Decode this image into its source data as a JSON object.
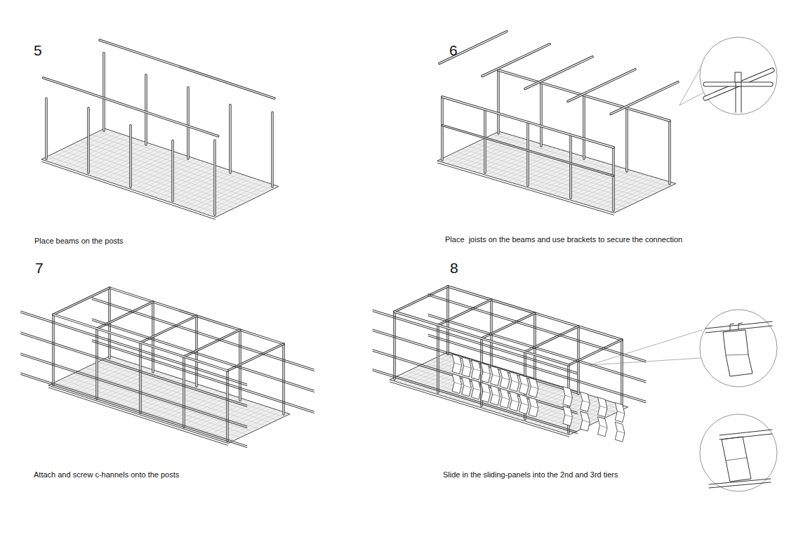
{
  "diagram": {
    "labels": [
      "5",
      "Place beams on the posts",
      "6",
      "Place  joists on the beams and use brackets to secure the connection",
      "7",
      "Attach and screw c-hannels onto the posts",
      "8",
      "Slide in the sliding-panels into the 2nd and 3rd tiers"
    ]
  }
}
